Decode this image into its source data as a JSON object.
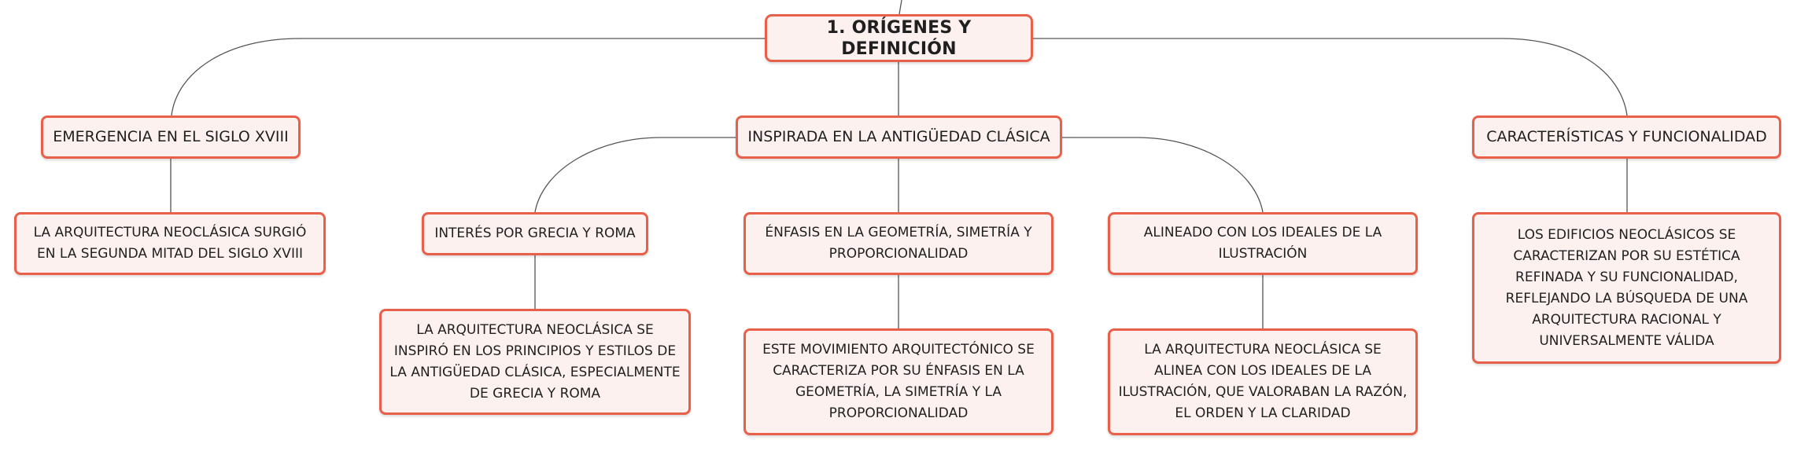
{
  "palette": {
    "border": "#e8604a",
    "fill": "#fdf1ef",
    "line": "#555555"
  },
  "root": {
    "label": "1. ORÍGENES Y DEFINICIÓN"
  },
  "branches": [
    {
      "label": "EMERGENCIA EN EL SIGLO XVIII",
      "children": [
        {
          "label": "LA ARQUITECTURA NEOCLÁSICA SURGIÓ EN LA SEGUNDA MITAD DEL SIGLO XVIII"
        }
      ]
    },
    {
      "label": "INSPIRADA EN LA ANTIGÜEDAD CLÁSICA",
      "children": [
        {
          "label": "INTERÉS POR GRECIA Y ROMA",
          "detail": "LA ARQUITECTURA NEOCLÁSICA SE INSPIRÓ EN LOS PRINCIPIOS Y ESTILOS DE LA ANTIGÜEDAD CLÁSICA, ESPECIALMENTE DE GRECIA Y ROMA"
        },
        {
          "label": "ÉNFASIS EN LA GEOMETRÍA, SIMETRÍA Y PROPORCIONALIDAD",
          "detail": "ESTE MOVIMIENTO ARQUITECTÓNICO SE CARACTERIZA POR SU ÉNFASIS EN LA GEOMETRÍA, LA SIMETRÍA Y LA PROPORCIONALIDAD"
        },
        {
          "label": "ALINEADO CON LOS IDEALES DE LA ILUSTRACIÓN",
          "detail": "LA ARQUITECTURA NEOCLÁSICA SE ALINEA CON LOS IDEALES DE LA ILUSTRACIÓN, QUE VALORABAN LA RAZÓN, EL ORDEN Y LA CLARIDAD"
        }
      ]
    },
    {
      "label": "CARACTERÍSTICAS Y FUNCIONALIDAD",
      "children": [
        {
          "label": "LOS EDIFICIOS NEOCLÁSICOS SE CARACTERIZAN POR SU ESTÉTICA REFINADA Y SU FUNCIONALIDAD, REFLEJANDO LA BÚSQUEDA DE UNA ARQUITECTURA RACIONAL Y UNIVERSALMENTE VÁLIDA"
        }
      ]
    }
  ]
}
